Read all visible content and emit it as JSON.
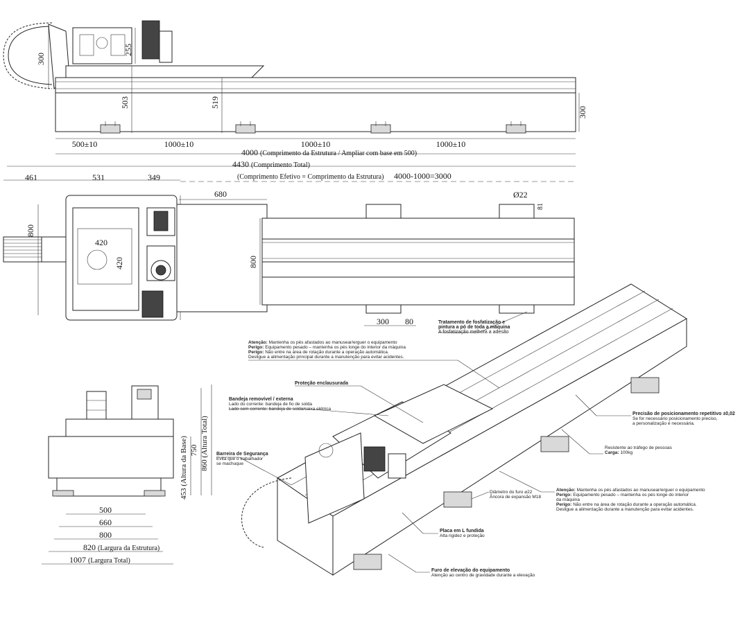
{
  "front_view": {
    "dims": {
      "chain_height": "300",
      "top_block_height": "255",
      "base_height": "503",
      "total_height": "519",
      "beam_height_right": "300",
      "seg_first": "500±10",
      "seg_second": "1000±10",
      "seg_third": "1000±10",
      "seg_fourth": "1000±10"
    },
    "structure_length_value": "4000",
    "structure_length_note": "(Comprimento da Estrutura / Ampliar com base em 500)",
    "total_length_value": "4430",
    "total_length_note": "(Comprimento Total)"
  },
  "top_view": {
    "dims": {
      "left_overhang": "461",
      "carriage_width": "531",
      "motor_offset": "349",
      "effective_note": "(Comprimento Efetivo = Comprimento da Estrutura)",
      "effective_formula": "4000-1000=3000",
      "tray_length": "680",
      "hole_dia": "Ø22",
      "foot_small": "81",
      "chain_width": "800",
      "plate_w": "420",
      "plate_h": "420",
      "beam_width": "800",
      "foot_len": "300",
      "foot_off": "80"
    }
  },
  "side_view": {
    "dims": {
      "base_height_value": "453",
      "base_height_note": "(Altura da Base)",
      "total_height_value": "750",
      "total_height_value2": "860",
      "total_height_note": "(Altura Total)",
      "w500": "500",
      "w660": "660",
      "w800": "800",
      "w820_value": "820",
      "w820_note": "(Largura da Estrutura)",
      "w1007_value": "1007",
      "w1007_note": "(Largura Total)"
    }
  },
  "iso_notes": {
    "phosphate_title": "Tratamento de fosfatização e",
    "phosphate_title2": "pintura a pó de toda a máquina",
    "phosphate_body": "A fosfatização melhora a adesão",
    "warn1_l1_label": "Atenção:",
    "warn1_l1": " Mantenha os pés afastados ao manusear/erguer o equipamento",
    "warn1_l2_label": "Perigo:",
    "warn1_l2": " Equipamento pesado – mantenha os pés longe do interior da máquina",
    "warn1_l3_label": "Perigo:",
    "warn1_l3": " Não entre na área de rotação durante a operação automática.",
    "warn1_l4": "Desligue a alimentação principal durante a manutenção para evitar acidentes.",
    "enclosed": "Proteção enclausurada",
    "tray_title": "Bandeja removível / externa",
    "tray_l1": "Lado do corrente: bandeja de fio de solda",
    "tray_l2": "Lado sem corrente: bandeja de solda/caixa elétrica",
    "precision_title": "Precisão de posicionamento repetitivo ±0,02",
    "precision_l1": "Se for necessário posicionamento preciso,",
    "precision_l2": "a personalização é necessária.",
    "traffic_l1": "Resistente ao tráfego de pessoas",
    "traffic_l2_label": "Carga:",
    "traffic_l2": " 100kg",
    "barrier_title": "Barreira de Segurança",
    "barrier_l1": "Evita que o trabalhador",
    "barrier_l2": "se machuque",
    "warn2_l1_label": "Atenção:",
    "warn2_l1": " Mantenha os pés afastados ao manusear/erguer o equipamento",
    "warn2_l2_label": "Perigo:",
    "warn2_l2": " Equipamento pesado – mantenha os pés longe do interior",
    "warn2_l2b": "da máquina",
    "warn2_l3_label": "Perigo:",
    "warn2_l3": " Não entre na área de rotação durante a operação automática.",
    "warn2_l4": "Desligue a alimentação durante a manutenção para evitar acidentes.",
    "hole_l1": "Diâmetro do furo ⌀22",
    "hole_l2": "Âncora de expansão M18",
    "lplate_title": "Placa em L fundida",
    "lplate_body": "Alta rigidez e proteção",
    "lift_title": "Furo de elevação do equipamento",
    "lift_body": "Atenção ao centro de gravidade durante a elevação"
  }
}
